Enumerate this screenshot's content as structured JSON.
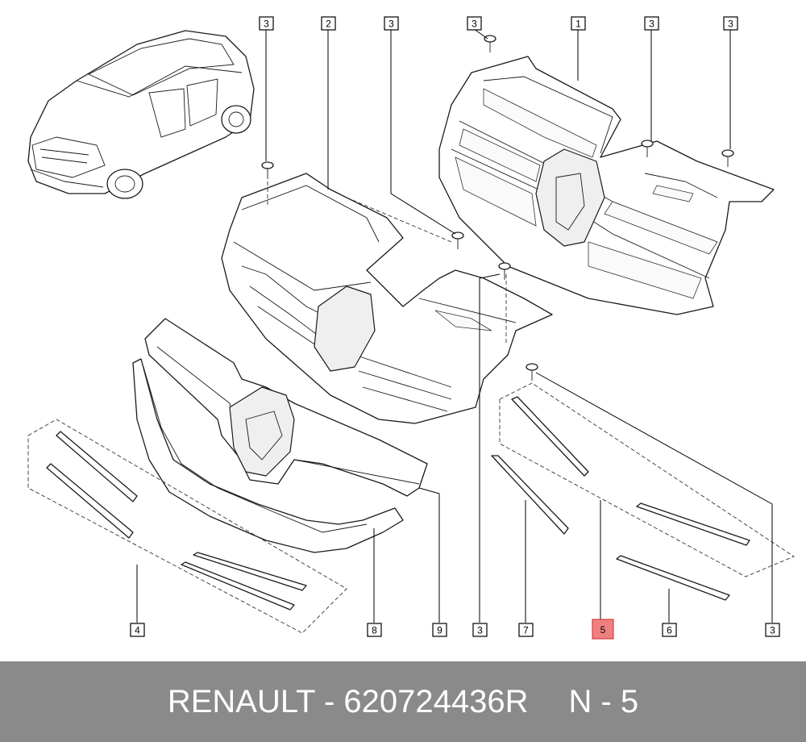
{
  "caption": {
    "part_text": "RENAULT - 620724436R",
    "ref_text": "N - 5"
  },
  "callouts": [
    {
      "id": "c3a",
      "label": "3"
    },
    {
      "id": "c2",
      "label": "2"
    },
    {
      "id": "c3b",
      "label": "3"
    },
    {
      "id": "c3c",
      "label": "3"
    },
    {
      "id": "c1",
      "label": "1"
    },
    {
      "id": "c3d",
      "label": "3"
    },
    {
      "id": "c3e",
      "label": "3"
    },
    {
      "id": "c4",
      "label": "4"
    },
    {
      "id": "c8",
      "label": "8"
    },
    {
      "id": "c9",
      "label": "9"
    },
    {
      "id": "c3f",
      "label": "3"
    },
    {
      "id": "c7",
      "label": "7"
    },
    {
      "id": "c5",
      "label": "5",
      "highlighted": true
    },
    {
      "id": "c6",
      "label": "6"
    },
    {
      "id": "c3g",
      "label": "3"
    }
  ],
  "colors": {
    "footer_bg": "#8a8a8a",
    "footer_text": "#ffffff",
    "highlight": "#f08080"
  }
}
